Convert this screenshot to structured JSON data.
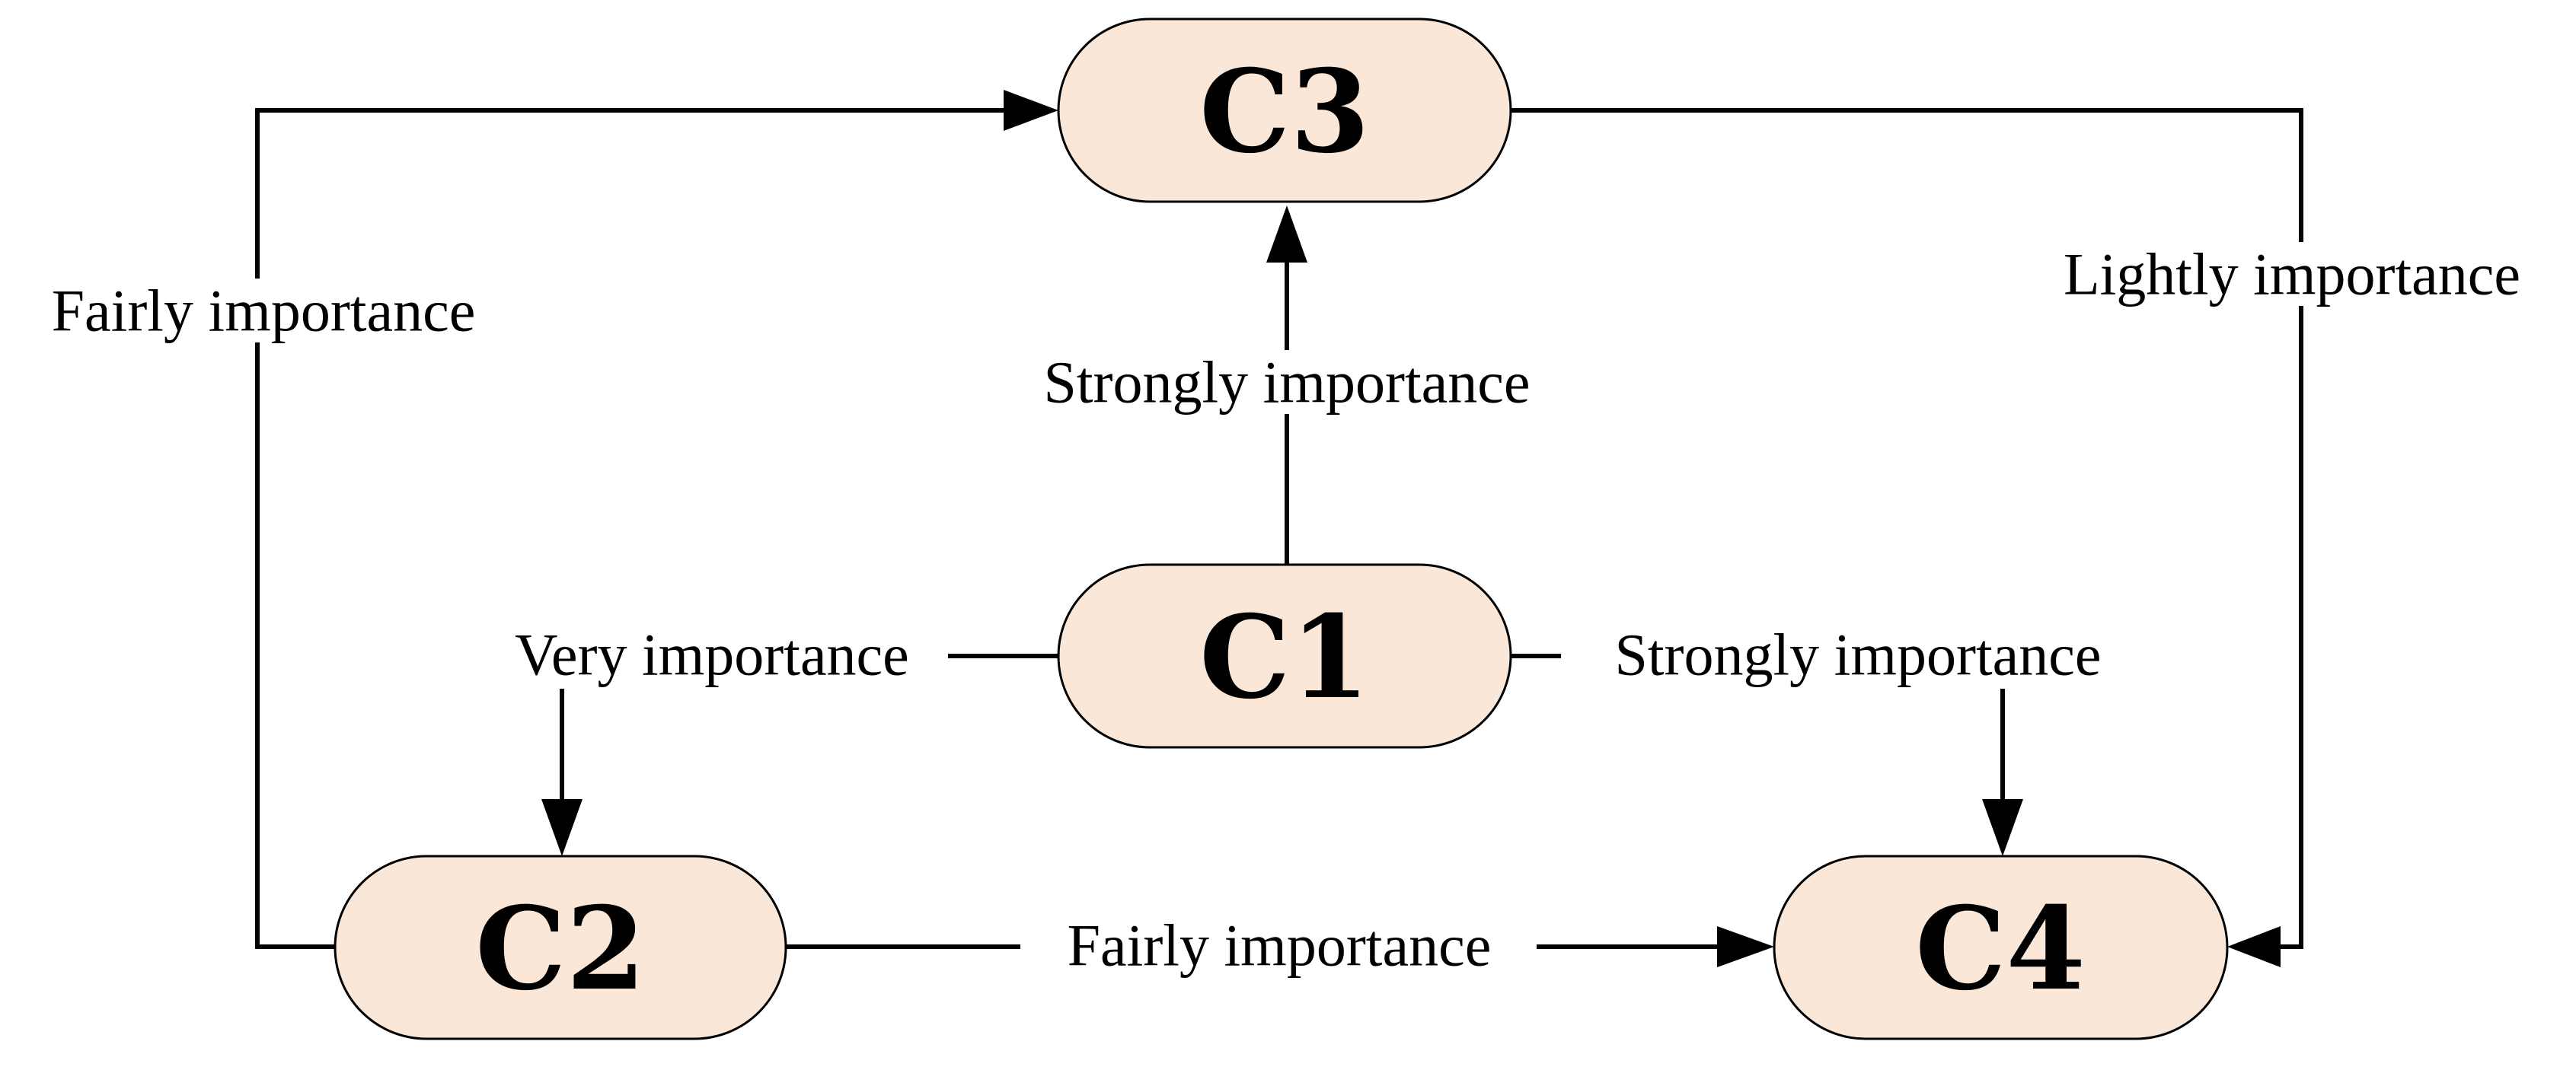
{
  "nodes": {
    "c1": {
      "label": "C1"
    },
    "c2": {
      "label": "C2"
    },
    "c3": {
      "label": "C3"
    },
    "c4": {
      "label": "C4"
    }
  },
  "edges": {
    "c2_to_c3": {
      "from": "C2",
      "to": "C3",
      "label": "Fairly importance"
    },
    "c1_to_c3": {
      "from": "C1",
      "to": "C3",
      "label": "Strongly importance"
    },
    "c3_to_c4": {
      "from": "C3",
      "to": "C4",
      "label": "Lightly importance"
    },
    "c1_to_c2": {
      "from": "C1",
      "to": "C2",
      "label": "Very importance"
    },
    "c1_to_c4": {
      "from": "C1",
      "to": "C4",
      "label": "Strongly importance"
    },
    "c2_to_c4": {
      "from": "C2",
      "to": "C4",
      "label": "Fairly importance"
    }
  },
  "colors": {
    "node_fill": "#fbe7d8",
    "stroke": "#000000",
    "background": "#ffffff"
  }
}
